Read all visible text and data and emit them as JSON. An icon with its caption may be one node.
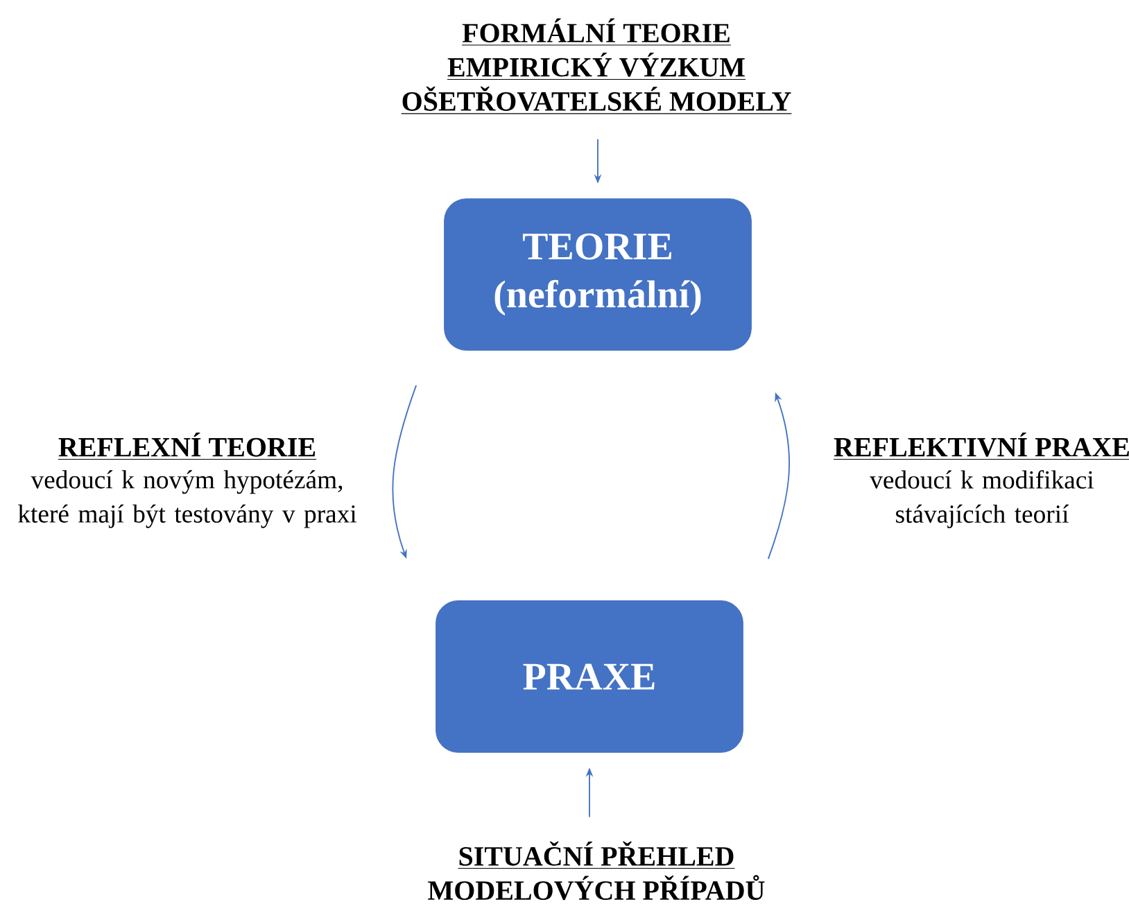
{
  "diagram": {
    "nodes": [
      {
        "text": [
          "FORMÁLNÍ TEORIE",
          "EMPIRICKÝ VÝZKUM",
          "OŠETŘOVATELSKÉ MODELY"
        ]
      },
      {
        "text": [
          "TEORIE (neformální)"
        ]
      },
      {
        "text": [
          "PRAXE"
        ]
      },
      {
        "text": [
          "SITUAČNÍ PŘEHLED",
          "MODELOVÝCH PŘÍPADŮ"
        ]
      }
    ],
    "edges": [
      {
        "from": 0,
        "to": 1,
        "arrow": "to"
      },
      {
        "from": 1,
        "to": 2,
        "arrow": "to"
      },
      {
        "from": 2,
        "to": 1,
        "arrow": "to"
      },
      {
        "from": 3,
        "to": 2,
        "arrow": "to"
      }
    ],
    "labels": [
      "REFLEXNÍ TEORIE",
      "vedoucí k novým hypotézám, které mají být testovány v praxi",
      "REFLEKTIVNÍ PRAXE",
      "vedoucí k modifikaci stávajících teorií"
    ]
  }
}
